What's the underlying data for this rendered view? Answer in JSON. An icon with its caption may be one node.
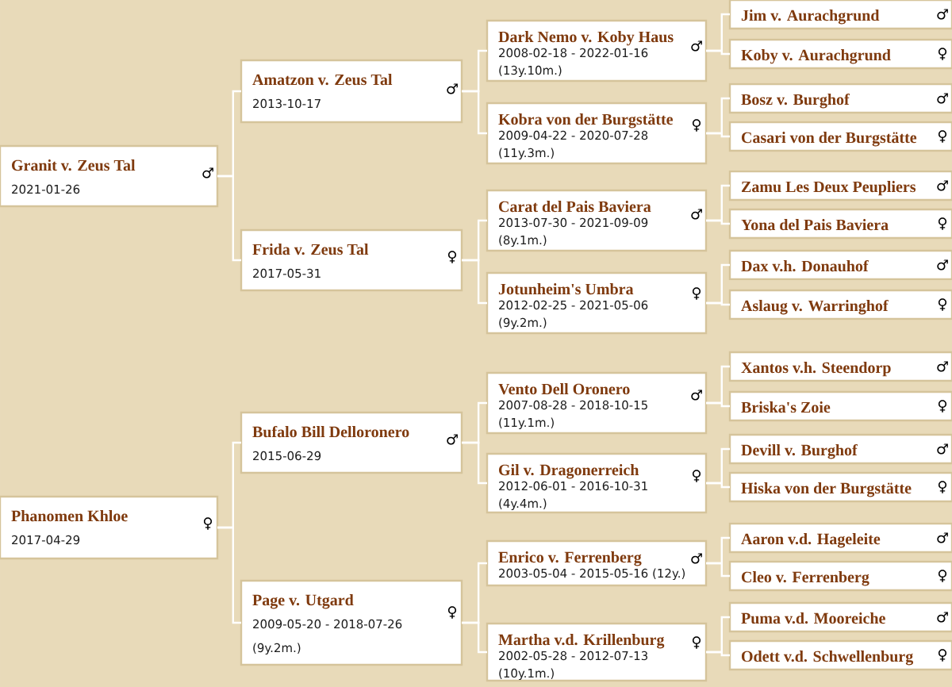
{
  "diagram": {
    "nodes": [
      {
        "text": [
          "Granit v. Zeus Tal",
          "2021-01-26",
          "♂"
        ]
      },
      {
        "text": [
          "Phanomen Khloe",
          "2017-04-29",
          "♀"
        ]
      },
      {
        "text": [
          "Amatzon v. Zeus Tal",
          "2013-10-17",
          "♂"
        ]
      },
      {
        "text": [
          "Frida v. Zeus Tal",
          "2017-05-31",
          "♀"
        ]
      },
      {
        "text": [
          "Bufalo Bill Delloronero",
          "2015-06-29",
          "♂"
        ]
      },
      {
        "text": [
          "Page v. Utgard",
          "2009-05-20 - 2018-07-26 (9y.2m.)",
          "♀"
        ]
      },
      {
        "text": [
          "Dark Nemo v. Koby Haus",
          "2008-02-18 - 2022-01-16 (13y.10m.)",
          "♂"
        ]
      },
      {
        "text": [
          "Kobra von der Burgstätte",
          "2009-04-22 - 2020-07-28 (11y.3m.)",
          "♀"
        ]
      },
      {
        "text": [
          "Carat del Pais Baviera",
          "2013-07-30 - 2021-09-09 (8y.1m.)",
          "♂"
        ]
      },
      {
        "text": [
          "Jotunheim's Umbra",
          "2012-02-25 - 2021-05-06 (9y.2m.)",
          "♀"
        ]
      },
      {
        "text": [
          "Vento Dell Oronero",
          "2007-08-28 - 2018-10-15 (11y.1m.)",
          "♂"
        ]
      },
      {
        "text": [
          "Gil v. Dragonerreich",
          "2012-06-01 - 2016-10-31 (4y.4m.)",
          "♀"
        ]
      },
      {
        "text": [
          "Enrico v. Ferrenberg",
          "2003-05-04 - 2015-05-16 (12y.)",
          "♂"
        ]
      },
      {
        "text": [
          "Martha v.d. Krillenburg",
          "2002-05-28 - 2012-07-13 (10y.1m.)",
          "♀"
        ]
      },
      {
        "text": [
          "Jim v. Aurachgrund",
          "♂"
        ]
      },
      {
        "text": [
          "Koby v. Aurachgrund",
          "♀"
        ]
      },
      {
        "text": [
          "Bosz v. Burghof",
          "♂"
        ]
      },
      {
        "text": [
          "Casari von der Burgstätte",
          "♀"
        ]
      },
      {
        "text": [
          "Zamu Les Deux Peupliers",
          "♂"
        ]
      },
      {
        "text": [
          "Yona del Pais Baviera",
          "♀"
        ]
      },
      {
        "text": [
          "Dax v.h. Donauhof",
          "♂"
        ]
      },
      {
        "text": [
          "Aslaug v. Warringhof",
          "♀"
        ]
      },
      {
        "text": [
          "Xantos v.h. Steendorp",
          "♂"
        ]
      },
      {
        "text": [
          "Briska's Zoie",
          "♀"
        ]
      },
      {
        "text": [
          "Devill v. Burghof",
          "♂"
        ]
      },
      {
        "text": [
          "Hiska von der Burgstätte",
          "♀"
        ]
      },
      {
        "text": [
          "Aaron v.d. Hageleite",
          "♂"
        ]
      },
      {
        "text": [
          "Cleo v. Ferrenberg",
          "♀"
        ]
      },
      {
        "text": [
          "Puma v.d. Mooreiche",
          "♂"
        ]
      },
      {
        "text": [
          "Odett v.d. Schwellenburg",
          "♀"
        ]
      }
    ],
    "edges": [
      {
        "from": 0,
        "to": 2,
        "arrow": "none"
      },
      {
        "from": 0,
        "to": 3,
        "arrow": "none"
      },
      {
        "from": 1,
        "to": 4,
        "arrow": "none"
      },
      {
        "from": 1,
        "to": 5,
        "arrow": "none"
      },
      {
        "from": 2,
        "to": 6,
        "arrow": "none"
      },
      {
        "from": 2,
        "to": 7,
        "arrow": "none"
      },
      {
        "from": 3,
        "to": 8,
        "arrow": "none"
      },
      {
        "from": 3,
        "to": 9,
        "arrow": "none"
      },
      {
        "from": 4,
        "to": 10,
        "arrow": "none"
      },
      {
        "from": 4,
        "to": 11,
        "arrow": "none"
      },
      {
        "from": 5,
        "to": 12,
        "arrow": "none"
      },
      {
        "from": 5,
        "to": 13,
        "arrow": "none"
      },
      {
        "from": 6,
        "to": 14,
        "arrow": "none"
      },
      {
        "from": 6,
        "to": 15,
        "arrow": "none"
      },
      {
        "from": 7,
        "to": 16,
        "arrow": "none"
      },
      {
        "from": 7,
        "to": 17,
        "arrow": "none"
      },
      {
        "from": 8,
        "to": 18,
        "arrow": "none"
      },
      {
        "from": 8,
        "to": 19,
        "arrow": "none"
      },
      {
        "from": 9,
        "to": 20,
        "arrow": "none"
      },
      {
        "from": 9,
        "to": 21,
        "arrow": "none"
      },
      {
        "from": 10,
        "to": 22,
        "arrow": "none"
      },
      {
        "from": 10,
        "to": 23,
        "arrow": "none"
      },
      {
        "from": 11,
        "to": 24,
        "arrow": "none"
      },
      {
        "from": 11,
        "to": 25,
        "arrow": "none"
      },
      {
        "from": 12,
        "to": 26,
        "arrow": "none"
      },
      {
        "from": 12,
        "to": 27,
        "arrow": "none"
      },
      {
        "from": 13,
        "to": 28,
        "arrow": "none"
      },
      {
        "from": 13,
        "to": 29,
        "arrow": "none"
      }
    ]
  }
}
